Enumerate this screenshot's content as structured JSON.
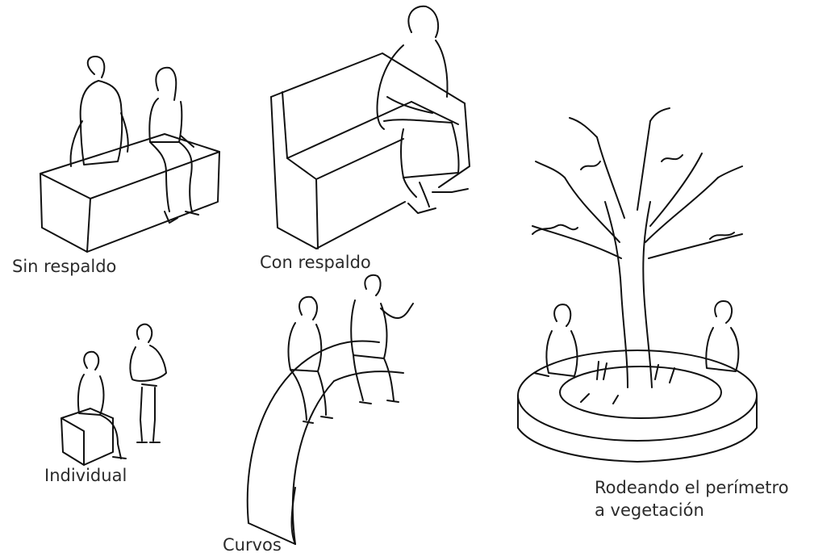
{
  "labels": {
    "sin_respaldo": "Sin respaldo",
    "con_respaldo": "Con respaldo",
    "individual": "Individual",
    "curvos": "Curvos",
    "perimetro_line1": "Rodeando el perímetro",
    "perimetro_line2": "a vegetación"
  },
  "colors": {
    "ink": "#111111",
    "text": "#2b2b2b",
    "background": "#ffffff"
  }
}
